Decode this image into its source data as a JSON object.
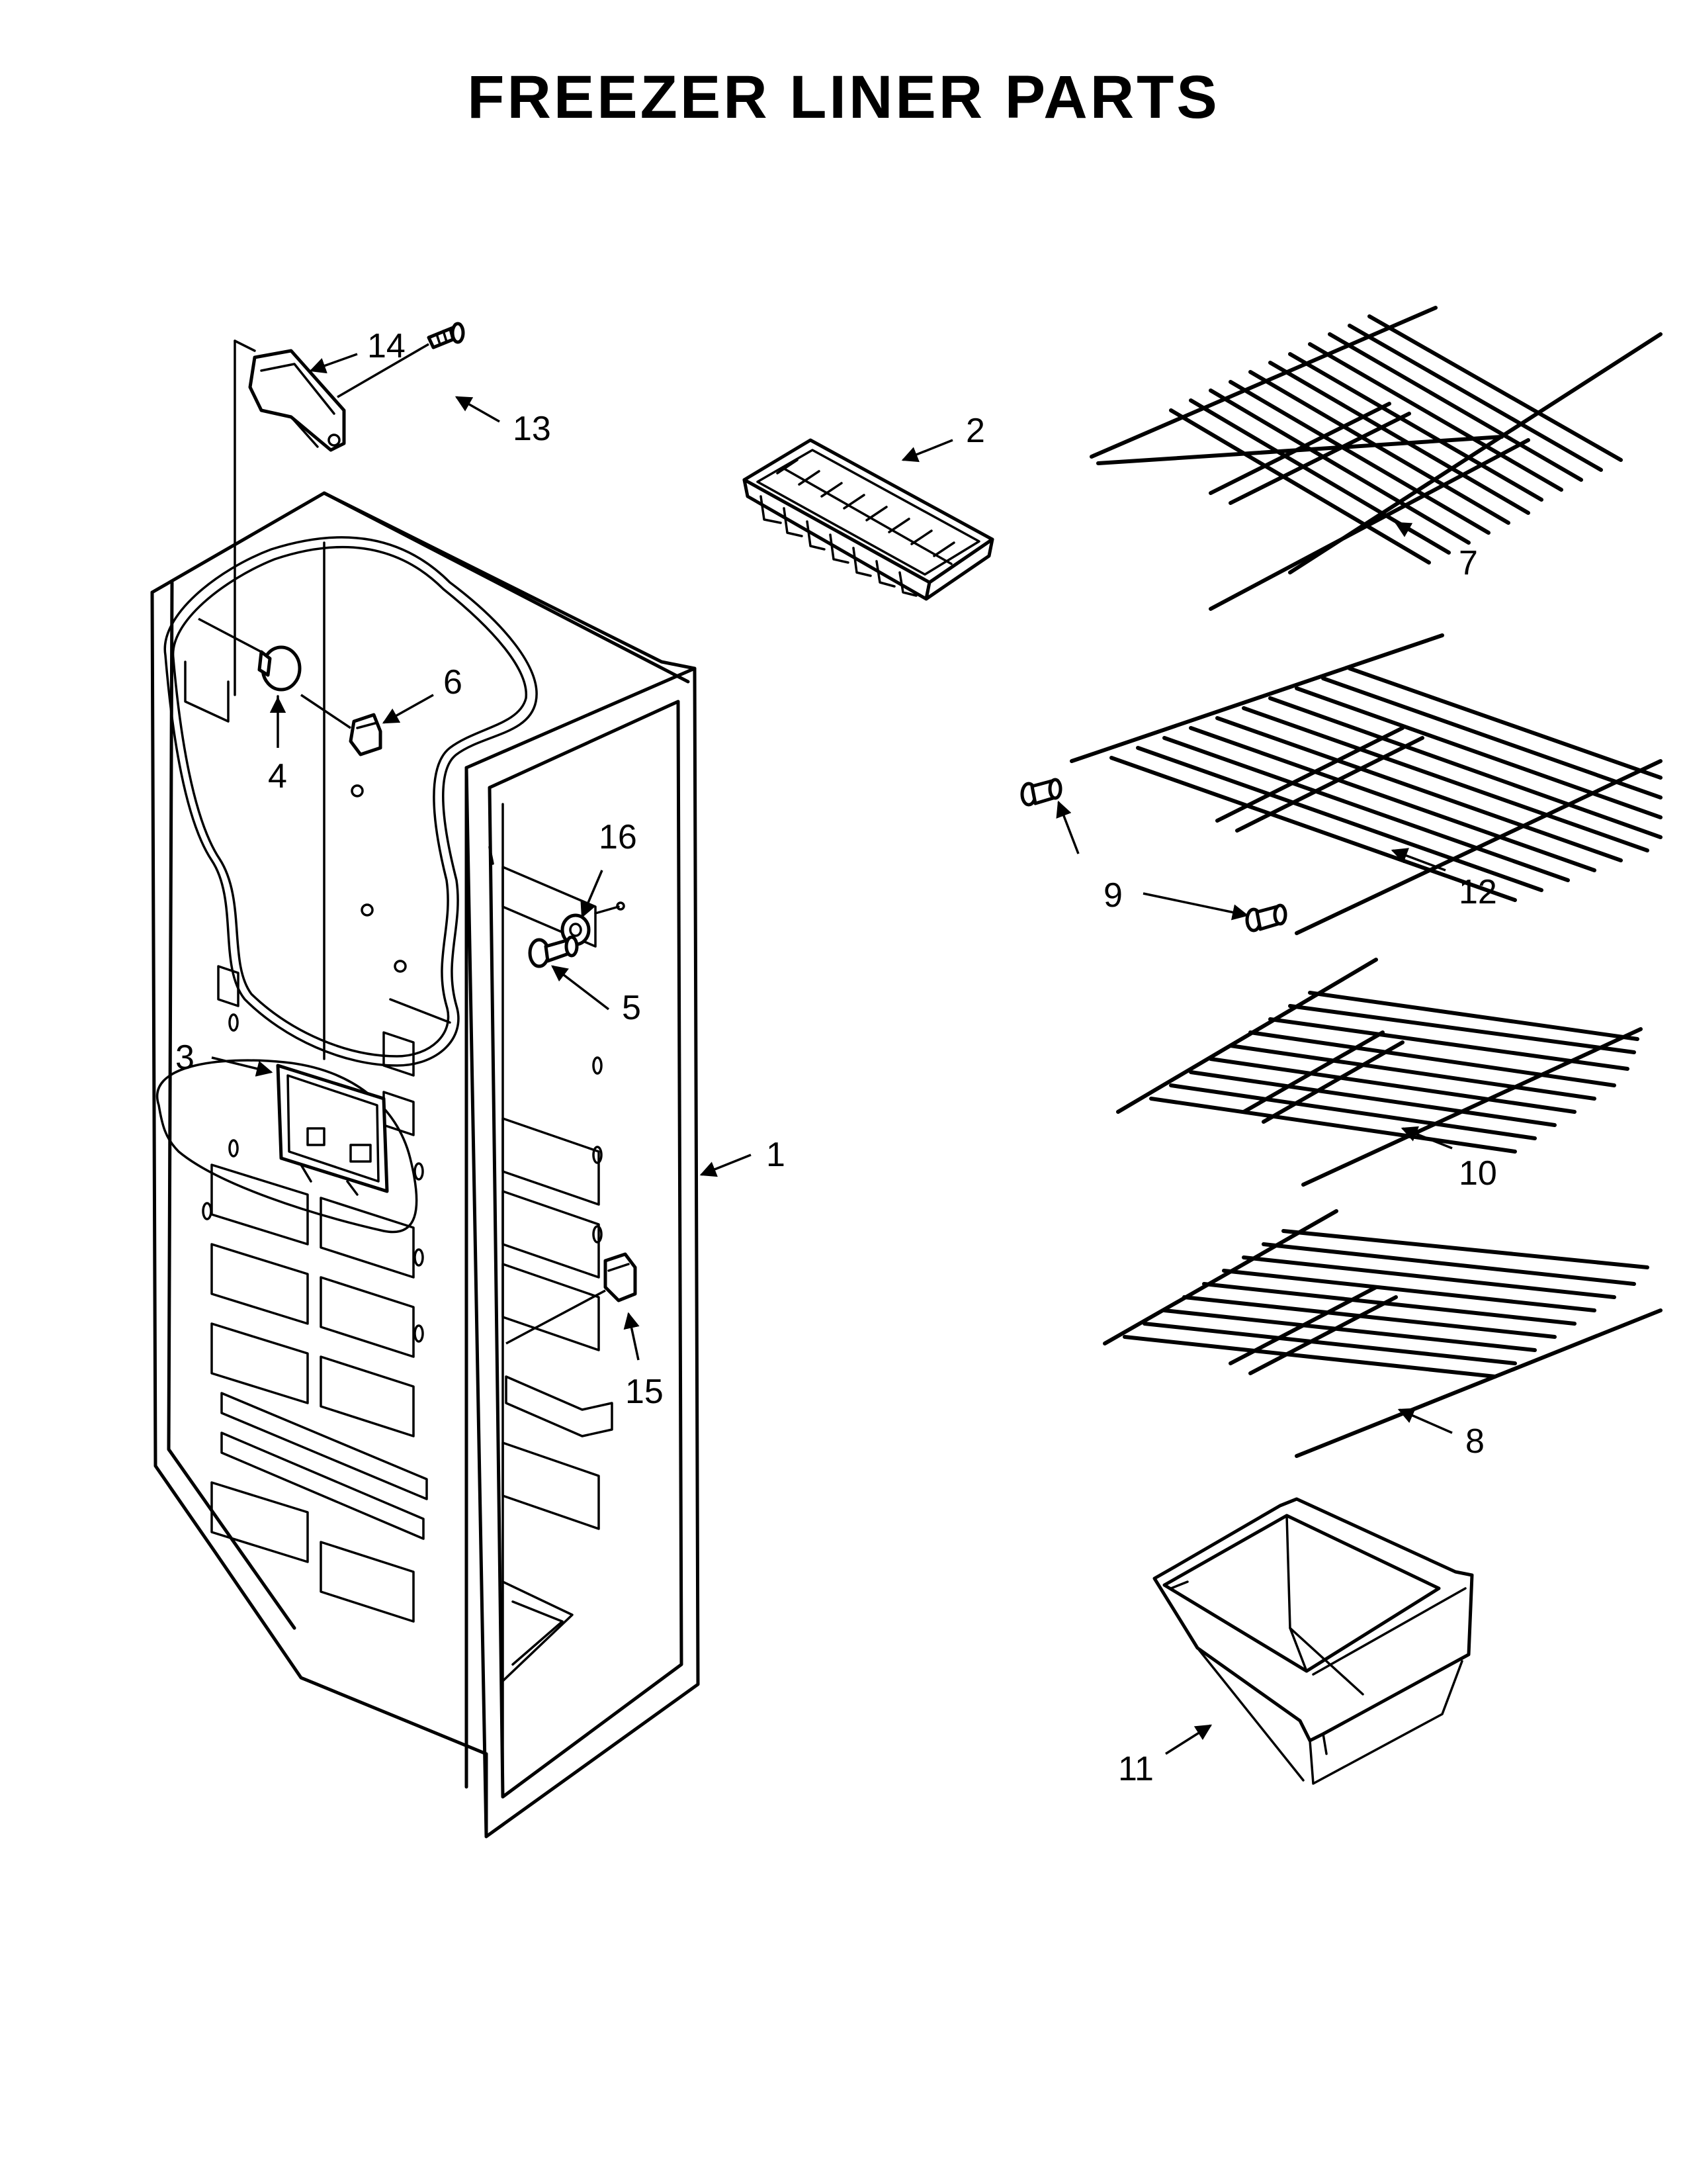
{
  "title": "FREEZER LINER PARTS",
  "callouts": [
    {
      "id": "1",
      "label": "1"
    },
    {
      "id": "2",
      "label": "2"
    },
    {
      "id": "3",
      "label": "3"
    },
    {
      "id": "4",
      "label": "4"
    },
    {
      "id": "5",
      "label": "5"
    },
    {
      "id": "6",
      "label": "6"
    },
    {
      "id": "7",
      "label": "7"
    },
    {
      "id": "8",
      "label": "8"
    },
    {
      "id": "9",
      "label": "9"
    },
    {
      "id": "10",
      "label": "10"
    },
    {
      "id": "11",
      "label": "11"
    },
    {
      "id": "12",
      "label": "12"
    },
    {
      "id": "13",
      "label": "13"
    },
    {
      "id": "14",
      "label": "14"
    },
    {
      "id": "15",
      "label": "15"
    },
    {
      "id": "16",
      "label": "16"
    }
  ]
}
